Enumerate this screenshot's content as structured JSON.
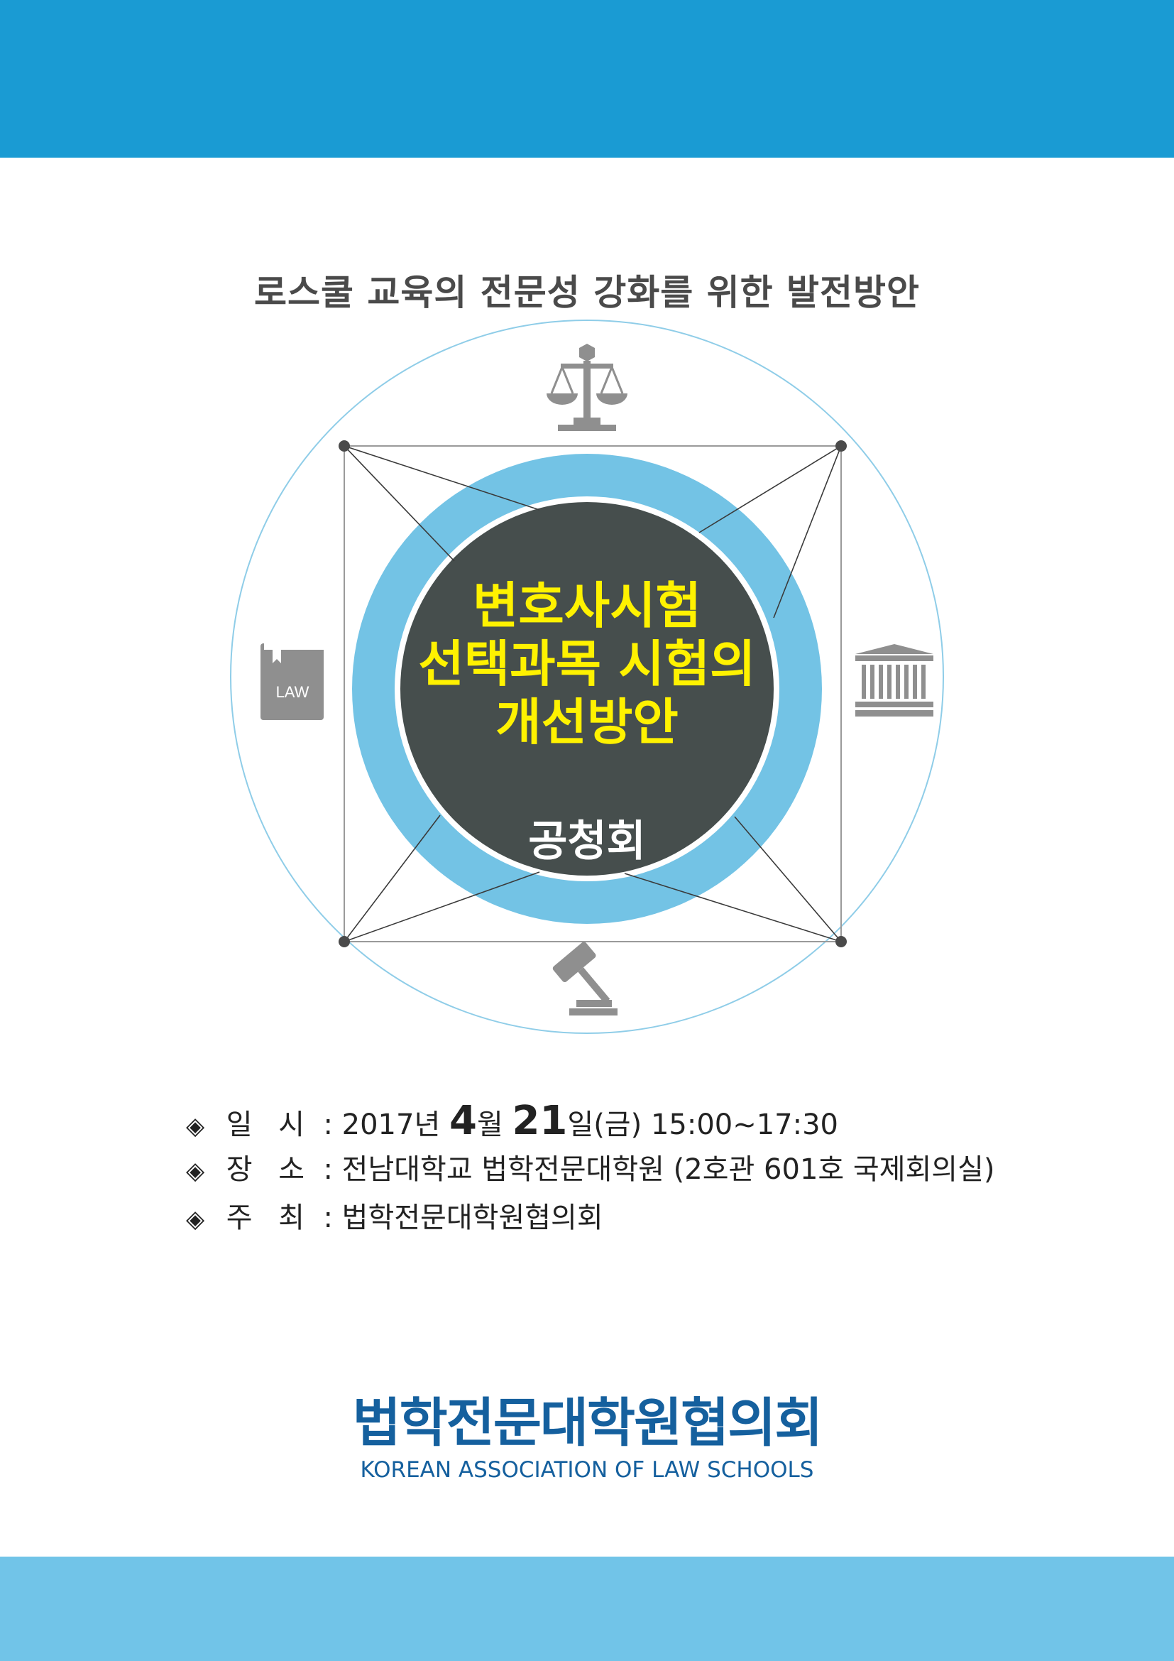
{
  "colors": {
    "top_band": "#1a9bd3",
    "bottom_band": "#71c4e8",
    "ring_blue": "#73c3e5",
    "center_dark": "#464e4d",
    "title_yellow": "#fff200",
    "icon_gray": "#8f8f8f",
    "logo_blue": "#15609e"
  },
  "subtitle": "로스쿨 교육의 전문성 강화를 위한 발전방안",
  "title": {
    "lines": [
      "변호사시험",
      "선택과목 시험의",
      "개선방안"
    ]
  },
  "event_type": "공청회",
  "icons": {
    "top": "scales-of-justice-icon",
    "left": "law-book-icon",
    "left_label": "LAW",
    "right": "courthouse-icon",
    "bottom": "gavel-icon"
  },
  "details": {
    "bullet": "◈",
    "date": {
      "label": "일 시",
      "sep": ":",
      "year": "2017년",
      "month_num": "4",
      "month_unit": "월",
      "day_num": "21",
      "day_unit": "일(금)",
      "time": "15:00~17:30"
    },
    "venue": {
      "label": "장 소",
      "sep": ":",
      "value": "전남대학교 법학전문대학원 (2호관 601호 국제회의실)"
    },
    "host": {
      "label": "주 최",
      "sep": ":",
      "value": "법학전문대학원협의회"
    }
  },
  "organization": {
    "name_ko": "법학전문대학원협의회",
    "name_en": "KOREAN ASSOCIATION OF LAW SCHOOLS"
  }
}
